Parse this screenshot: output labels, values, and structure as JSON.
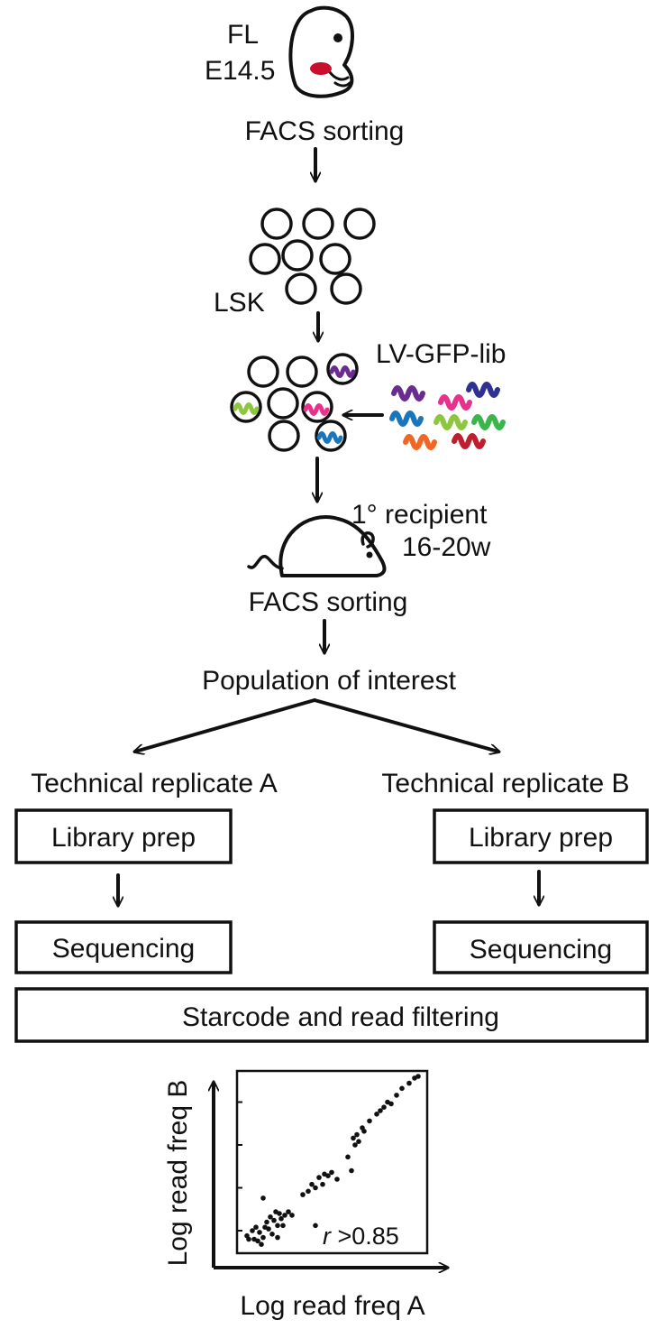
{
  "source": {
    "label_line1": "FL",
    "label_line2": "E14.5"
  },
  "steps": {
    "facs_sorting_1": "FACS sorting",
    "lsk": "LSK",
    "library": "LV-GFP-lib",
    "recipient_line1": "1° recipient",
    "recipient_line2": "16-20w",
    "facs_sorting_2": "FACS sorting",
    "population": "Population of interest"
  },
  "replicates": {
    "a": {
      "title": "Technical replicate A",
      "library_prep": "Library prep",
      "sequencing": "Sequencing"
    },
    "b": {
      "title": "Technical replicate B",
      "library_prep": "Library prep",
      "sequencing": "Sequencing"
    }
  },
  "filtering": "Starcode and read filtering",
  "colors": {
    "embryo_liver": "#c8102e",
    "barcodes": [
      "#6a2c91",
      "#e8318a",
      "#2e3192",
      "#1b75bb",
      "#8dc63f",
      "#39b54a",
      "#f26522",
      "#be1e2d"
    ]
  },
  "chart_data": {
    "type": "scatter",
    "xlabel": "Log read freq A",
    "ylabel": "Log read freq B",
    "annotation_prefix": "r",
    "annotation_value": " >0.85",
    "xlim": [
      0,
      1
    ],
    "ylim": [
      0,
      1
    ],
    "points": [
      [
        0.02,
        0.07
      ],
      [
        0.03,
        0.05
      ],
      [
        0.05,
        0.1
      ],
      [
        0.06,
        0.05
      ],
      [
        0.07,
        0.12
      ],
      [
        0.08,
        0.04
      ],
      [
        0.09,
        0.09
      ],
      [
        0.1,
        0.02
      ],
      [
        0.11,
        0.06
      ],
      [
        0.12,
        0.12
      ],
      [
        0.13,
        0.15
      ],
      [
        0.14,
        0.11
      ],
      [
        0.15,
        0.18
      ],
      [
        0.16,
        0.08
      ],
      [
        0.17,
        0.16
      ],
      [
        0.18,
        0.21
      ],
      [
        0.19,
        0.13
      ],
      [
        0.2,
        0.2
      ],
      [
        0.21,
        0.17
      ],
      [
        0.22,
        0.13
      ],
      [
        0.23,
        0.19
      ],
      [
        0.25,
        0.21
      ],
      [
        0.27,
        0.19
      ],
      [
        0.11,
        0.29
      ],
      [
        0.19,
        0.06
      ],
      [
        0.4,
        0.13
      ],
      [
        0.33,
        0.31
      ],
      [
        0.36,
        0.33
      ],
      [
        0.38,
        0.37
      ],
      [
        0.4,
        0.35
      ],
      [
        0.42,
        0.41
      ],
      [
        0.44,
        0.37
      ],
      [
        0.45,
        0.43
      ],
      [
        0.47,
        0.42
      ],
      [
        0.49,
        0.44
      ],
      [
        0.52,
        0.4
      ],
      [
        0.58,
        0.53
      ],
      [
        0.6,
        0.45
      ],
      [
        0.61,
        0.64
      ],
      [
        0.62,
        0.6
      ],
      [
        0.63,
        0.66
      ],
      [
        0.64,
        0.62
      ],
      [
        0.66,
        0.7
      ],
      [
        0.67,
        0.68
      ],
      [
        0.7,
        0.74
      ],
      [
        0.74,
        0.78
      ],
      [
        0.76,
        0.8
      ],
      [
        0.78,
        0.82
      ],
      [
        0.8,
        0.85
      ],
      [
        0.82,
        0.84
      ],
      [
        0.85,
        0.89
      ],
      [
        0.88,
        0.93
      ],
      [
        0.92,
        0.96
      ],
      [
        0.95,
        0.99
      ],
      [
        0.97,
        1.0
      ]
    ]
  }
}
